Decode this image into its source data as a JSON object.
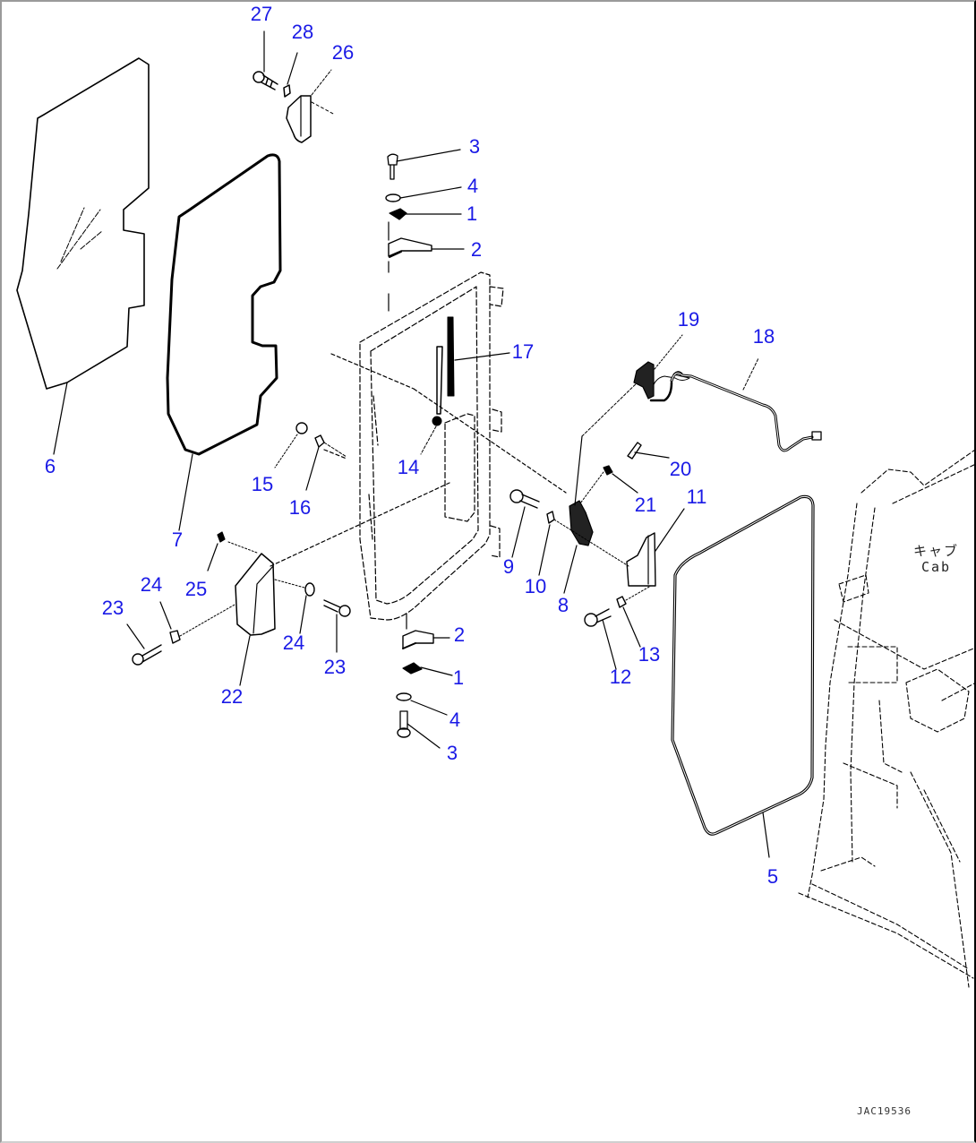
{
  "diagram": {
    "type": "exploded parts diagram",
    "subject": "Cab door (right) — glass, seals, hinges, lock, striker",
    "label_color": "#1a1ae6",
    "line_color": "#000000",
    "drawing_id": "JAC19536",
    "cab_label": {
      "jp": "キャブ",
      "en": "Cab"
    }
  },
  "callouts": [
    {
      "id": "c27",
      "label": "27",
      "part": "bolt"
    },
    {
      "id": "c28",
      "label": "28",
      "part": "washer"
    },
    {
      "id": "c26",
      "label": "26",
      "part": "bracket"
    },
    {
      "id": "c3a",
      "label": "3",
      "part": "bolt"
    },
    {
      "id": "c4a",
      "label": "4",
      "part": "washer"
    },
    {
      "id": "c1a",
      "label": "1",
      "part": "hinge"
    },
    {
      "id": "c2a",
      "label": "2",
      "part": "hinge bracket"
    },
    {
      "id": "c17",
      "label": "17",
      "part": "gas spring / stay"
    },
    {
      "id": "c19",
      "label": "19",
      "part": "switch"
    },
    {
      "id": "c18",
      "label": "18",
      "part": "wiring harness"
    },
    {
      "id": "c6",
      "label": "6",
      "part": "glass"
    },
    {
      "id": "c7",
      "label": "7",
      "part": "glass seal"
    },
    {
      "id": "c14",
      "label": "14",
      "part": "damper"
    },
    {
      "id": "c15",
      "label": "15",
      "part": "nut"
    },
    {
      "id": "c16",
      "label": "16",
      "part": "washer"
    },
    {
      "id": "c20",
      "label": "20",
      "part": "clip"
    },
    {
      "id": "c21",
      "label": "21",
      "part": "clip"
    },
    {
      "id": "c11",
      "label": "11",
      "part": "striker plate"
    },
    {
      "id": "c9",
      "label": "9",
      "part": "bolt"
    },
    {
      "id": "c10",
      "label": "10",
      "part": "washer"
    },
    {
      "id": "c8",
      "label": "8",
      "part": "door lock"
    },
    {
      "id": "c25",
      "label": "25",
      "part": "nut"
    },
    {
      "id": "c24a",
      "label": "24",
      "part": "washer"
    },
    {
      "id": "c23a",
      "label": "23",
      "part": "bolt"
    },
    {
      "id": "c22",
      "label": "22",
      "part": "cover"
    },
    {
      "id": "c24b",
      "label": "24",
      "part": "washer"
    },
    {
      "id": "c23b",
      "label": "23",
      "part": "bolt"
    },
    {
      "id": "c2b",
      "label": "2",
      "part": "hinge bracket"
    },
    {
      "id": "c1b",
      "label": "1",
      "part": "hinge"
    },
    {
      "id": "c4b",
      "label": "4",
      "part": "washer"
    },
    {
      "id": "c3b",
      "label": "3",
      "part": "bolt"
    },
    {
      "id": "c12",
      "label": "12",
      "part": "bolt"
    },
    {
      "id": "c13",
      "label": "13",
      "part": "washer"
    },
    {
      "id": "c5",
      "label": "5",
      "part": "door seal"
    }
  ]
}
